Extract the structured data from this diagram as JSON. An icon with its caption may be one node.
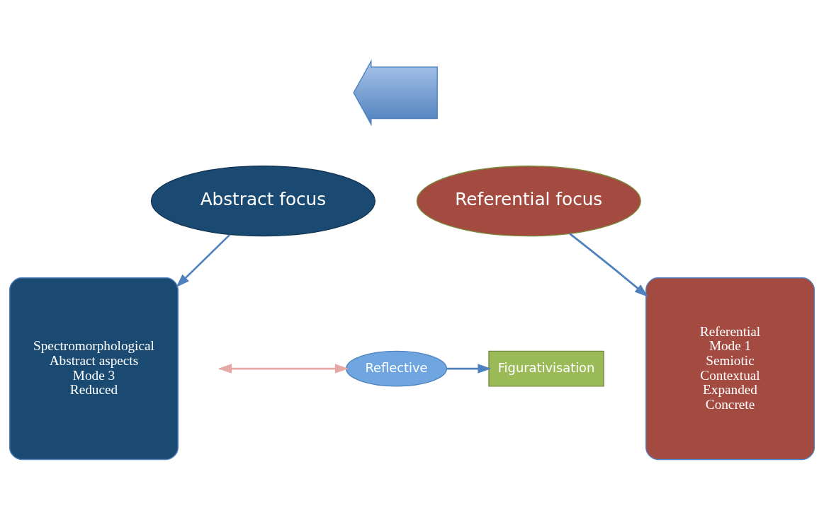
{
  "diagram": {
    "nodes": [
      {
        "text": [],
        "shape": "arrow"
      },
      {
        "text": [
          "Abstract focus"
        ]
      },
      {
        "text": [
          "Referential focus"
        ]
      },
      {
        "text": [
          "Reflective"
        ]
      },
      {
        "text": [
          "Figurativisation"
        ]
      },
      {
        "text": [
          "Spectromorphological",
          "Abstract aspects",
          "Mode 3",
          "Reduced"
        ]
      },
      {
        "text": [
          "Referential",
          "Mode 1",
          "Semiotic",
          "Contextual",
          "Expanded",
          "Concrete"
        ]
      }
    ],
    "edges": [
      {
        "from": 1,
        "to": 5,
        "arrow": "to"
      },
      {
        "from": 2,
        "to": 6,
        "arrow": "to"
      },
      {
        "from": null,
        "to": 3,
        "arrow": "both",
        "color": "#e6a9a5"
      },
      {
        "from": 3,
        "to": 4,
        "arrow": "to"
      }
    ]
  }
}
